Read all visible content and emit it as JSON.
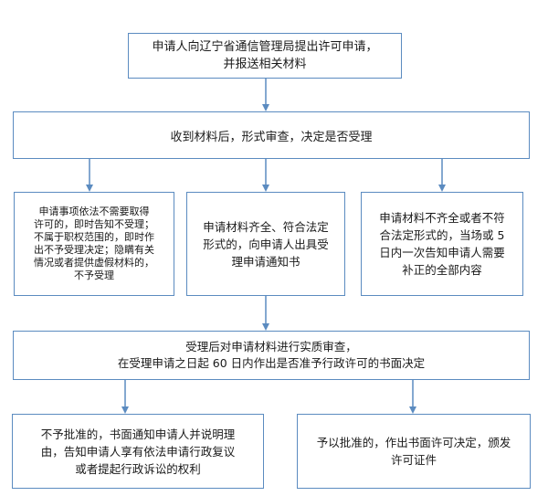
{
  "nodes": {
    "apply": "申请人向辽宁省通信管理局提出许可申请，\n并报送相关材料",
    "receive": "收到材料后，形式审查，决定是否受理",
    "reject_scope": "申请事项依法不需要取得\n许可的，即时告知不受理；\n不属于职权范围的，即时作\n出不予受理决定；隐瞒有关\n情况或者提供虚假材料的，\n不予受理",
    "accept_notice": "申请材料齐全、符合法定\n形式的，向申请人出具受\n理申请通知书",
    "supplement": "申请材料不齐全或者不符\n合法定形式的，当场或 5\n日内一次告知申请人需要\n补正的全部内容",
    "substantive_review": "受理后对申请材料进行实质审查，\n在受理申请之日起 60 日内作出是否准予行政许可的书面决定",
    "deny": "不予批准的，书面通知申请人并说明理\n由，告知申请人享有依法申请行政复议\n或者提起行政诉讼的权利",
    "approve": "予以批准的，作出书面许可决定，颁发\n许可证件"
  },
  "colors": {
    "border": "#5b8bc0",
    "arrow": "#5b8bc0"
  }
}
